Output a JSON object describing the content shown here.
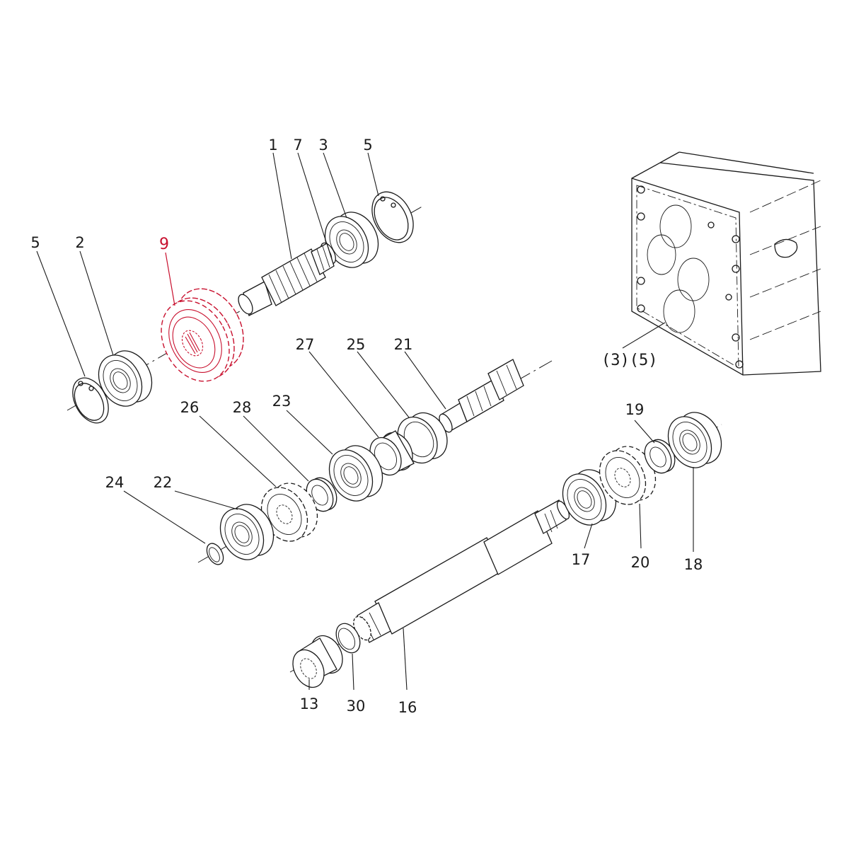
{
  "diagram": {
    "type": "exploded-parts-diagram",
    "highlight_color": "#c8102e",
    "line_color": "#1a1a1a",
    "highlighted_part": "9",
    "reference_label": "(3)(5)",
    "callouts": {
      "p1": "1",
      "p7": "7",
      "p3": "3",
      "p5_top": "5",
      "p5_left": "5",
      "p2": "2",
      "p9": "9",
      "p27": "27",
      "p25": "25",
      "p21": "21",
      "p26": "26",
      "p28": "28",
      "p23": "23",
      "p24": "24",
      "p22": "22",
      "p19": "19",
      "p17": "17",
      "p20": "20",
      "p18": "18",
      "p13": "13",
      "p30": "30",
      "p16": "16"
    }
  }
}
